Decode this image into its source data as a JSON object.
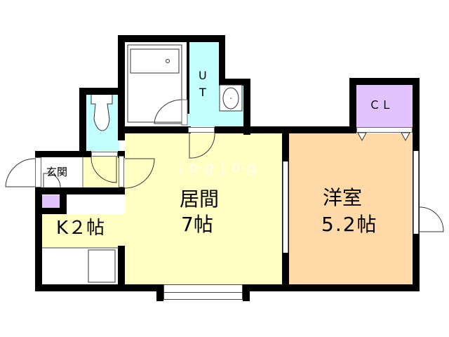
{
  "floorplan": {
    "rooms": {
      "living": {
        "name": "居間",
        "size": "7帖",
        "color": "#ffffc4"
      },
      "western": {
        "name": "洋室",
        "size": "5.2帖",
        "color": "#ffd9a8"
      },
      "kitchen": {
        "label": "K２帖",
        "color": "#ffffc4"
      },
      "entrance": {
        "label": "玄関",
        "color": "#ffffff"
      },
      "closet": {
        "label": "ＣＬ",
        "color": "#e2c2ff"
      },
      "utility": {
        "label_line1": "U",
        "label_line2": "T",
        "color": "#c4ffff"
      },
      "toilet": {
        "color": "#c4ffff"
      },
      "bath": {
        "color": "#ffffff"
      },
      "shoe_box": {
        "color": "#e2c2ff"
      }
    },
    "watermark": "jogjog",
    "wall_color": "#000000"
  }
}
